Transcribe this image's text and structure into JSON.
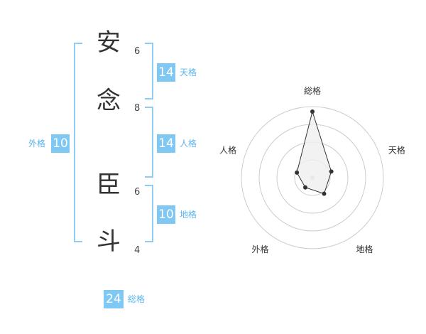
{
  "name": {
    "chars": [
      {
        "char": "安",
        "strokes": "6"
      },
      {
        "char": "念",
        "strokes": "8"
      },
      {
        "char": "臣",
        "strokes": "6"
      },
      {
        "char": "斗",
        "strokes": "4"
      }
    ]
  },
  "kakusu": {
    "tenkaku": {
      "value": "14",
      "label": "天格"
    },
    "jinkaku": {
      "value": "14",
      "label": "人格"
    },
    "chikaku": {
      "value": "10",
      "label": "地格"
    },
    "gaikaku": {
      "value": "10",
      "label": "外格"
    },
    "soukaku": {
      "value": "24",
      "label": "総格"
    }
  },
  "chart_data": {
    "type": "radar",
    "axes": [
      "総格",
      "天格",
      "地格",
      "外格",
      "人格"
    ],
    "values": [
      0.93,
      0.28,
      0.28,
      0.17,
      0.23
    ],
    "rings": 4,
    "colors": {
      "line": "#333333",
      "fill": "#efefef",
      "ring": "#cccccc"
    }
  }
}
